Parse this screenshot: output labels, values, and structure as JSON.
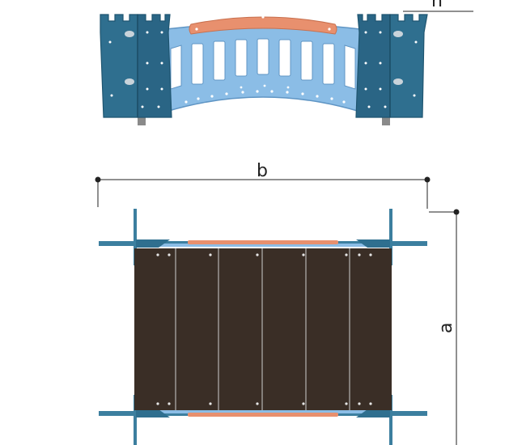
{
  "dimensions": {
    "height_label": "h",
    "width_label": "b",
    "length_label": "a"
  },
  "colors": {
    "tower": "#2f6f8f",
    "tower_edge": "#1f5570",
    "railing": "#8bbde6",
    "railing_edge": "#5f95c4",
    "handrail": "#e8906e",
    "deck": "#3a2e26",
    "deck_seam": "#cfcfcf",
    "post": "#3c7f9f",
    "dim_line": "#222222"
  }
}
